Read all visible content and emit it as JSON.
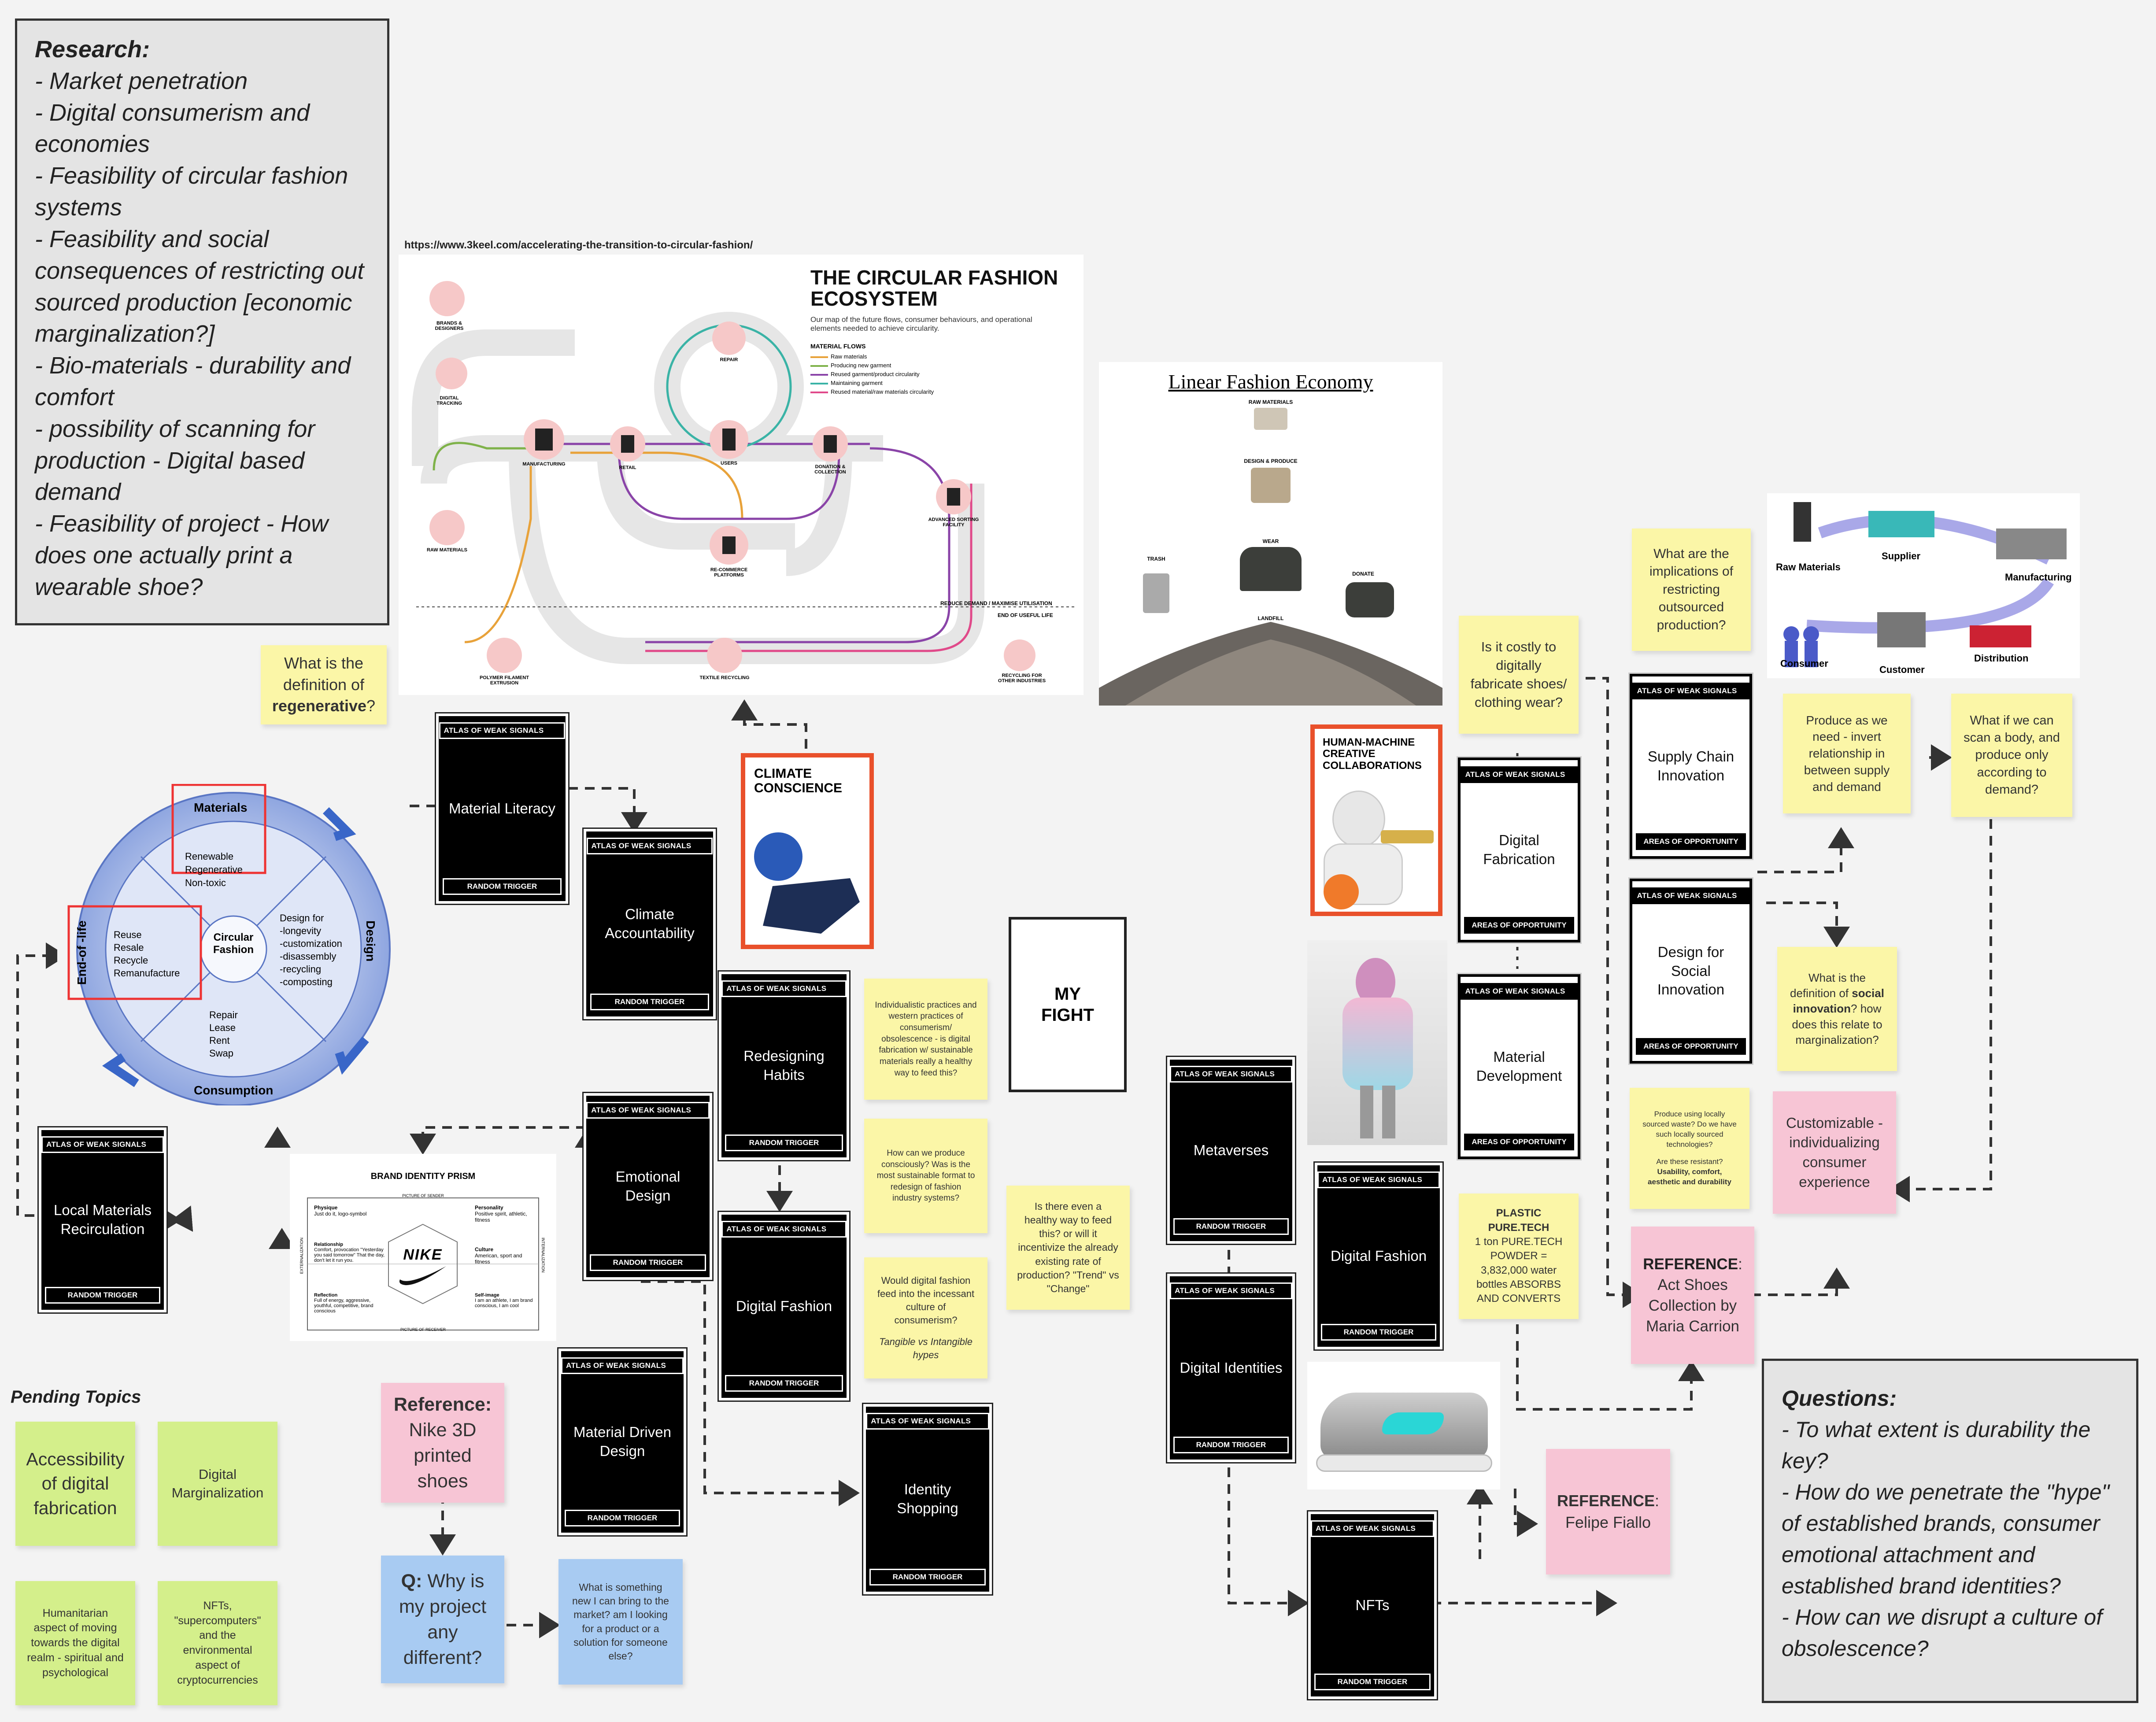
{
  "research": {
    "title": "Research:",
    "items": [
      "- Market penetration",
      "- Digital consumerism and economies",
      "- Feasibility of circular fashion systems",
      "- Feasibility and social consequences of restricting out sourced production [economic marginalization?]",
      "- Bio-materials - durability and comfort",
      "- possibility of scanning for production - Digital based demand",
      "- Feasibility of project - How does one actually print a wearable shoe?"
    ]
  },
  "source_url": "https://www.3keel.com/accelerating-the-transition-to-circular-fashion/",
  "circular_ecosystem": {
    "title": "THE CIRCULAR FASHION ECOSYSTEM",
    "desc": "Our map of the future flows, consumer behaviours, and operational elements needed to achieve circularity.",
    "flows_title": "MATERIAL FLOWS",
    "flows": [
      "Raw materials",
      "Producing new garment",
      "Reused garment/product circularity",
      "Maintaining garment",
      "Reused material/raw materials circularity"
    ],
    "flow_colors": [
      "#e8a23a",
      "#7fb24a",
      "#8a44a8",
      "#3ab3a6",
      "#e04a8a"
    ],
    "nodes": [
      "BRANDS & DESIGNERS",
      "DIGITAL TRACKING",
      "MANUFACTURING",
      "RETAIL",
      "USERS",
      "DONATION & COLLECTION",
      "ADVANCED SORTING FACILITY",
      "RE-COMMERCE PLATFORMS",
      "REPAIR",
      "RAW MATERIALS",
      "POLYMER FILAMENT EXTRUSION",
      "TEXTILE RECYCLING",
      "RECYCLING FOR OTHER INDUSTRIES"
    ],
    "footer": "REDUCE DEMAND / MAXIMISE UTILISATION",
    "end_label": "END OF USEFUL LIFE"
  },
  "linear_economy": {
    "title": "Linear Fashion Economy",
    "labels": [
      "RAW MATERIALS",
      "DESIGN & PRODUCE",
      "WEAR",
      "TRASH",
      "DONATE",
      "LANDFILL"
    ]
  },
  "supply_chain_diagram": {
    "labels": [
      "Raw Materials",
      "Supplier",
      "Manufacturing",
      "Distribution",
      "Customer",
      "Consumer"
    ]
  },
  "circular_fashion_wheel": {
    "center": "Circular Fashion",
    "materials": {
      "title": "Materials",
      "items": [
        "Renewable",
        "Regenerative",
        "Non-toxic"
      ]
    },
    "design": {
      "title": "Design",
      "items": [
        "Design for",
        "-longevity",
        "-customization",
        "-disassembly",
        "-recycling",
        "-composting"
      ]
    },
    "consumption": {
      "title": "Consumption",
      "items": [
        "Repair",
        "Lease",
        "Rent",
        "Swap"
      ]
    },
    "end_of_life": {
      "title": "End-of -life",
      "items": [
        "Reuse",
        "Resale",
        "Recycle",
        "Remanufacture"
      ]
    }
  },
  "brand_prism": {
    "title": "BRAND IDENTITY PRISM",
    "top_label": "PICTURE OF SENDER",
    "bottom_label": "PICTURE OF RECEIVER",
    "left_label": "EXTERNALIZATION",
    "right_label": "INTERNALIZATION",
    "physique": {
      "h": "Physique",
      "t": "Just do it, logo-symbol"
    },
    "personality": {
      "h": "Personality",
      "t": "Positive spirit, athletic, fitness"
    },
    "relationship": {
      "h": "Relationship",
      "t": "Comfort, provocation \"Yesterday you said tomorrow\" That the day, don't let it run you."
    },
    "culture": {
      "h": "Culture",
      "t": "American, sport and fitness"
    },
    "reflection": {
      "h": "Reflection",
      "t": "Full of energy, aggressive, youthful, competitive, brand conscious"
    },
    "self_image": {
      "h": "Self-image",
      "t": "I am an athlete, I am brand conscious, I am cool"
    },
    "logo": "NIKE"
  },
  "cards": {
    "header": "ATLAS OF WEAK SIGNALS",
    "random": "RANDOM TRIGGER",
    "opportunity": "AREAS OF OPPORTUNITY",
    "material_literacy": "Material Literacy",
    "climate_accountability": "Climate Accountability",
    "redesigning_habits": "Redesigning Habits",
    "emotional_design": "Emotional Design",
    "digital_fashion_1": "Digital Fashion",
    "material_driven_design": "Material Driven Design",
    "identity_shopping": "Identity Shopping",
    "local_materials": "Local Materials Recirculation",
    "metaverses": "Metaverses",
    "digital_identities": "Digital Identities",
    "digital_fashion_2": "Digital Fashion",
    "nfts": "NFTs",
    "digital_fabrication": "Digital Fabrication",
    "material_development": "Material Development",
    "supply_chain_innovation": "Supply Chain Innovation",
    "design_social_innovation": "Design for Social Innovation"
  },
  "climate_conscience": "CLIMATE CONSCIENCE",
  "human_machine": "HUMAN-MACHINE CREATIVE COLLABORATIONS",
  "my_fight": "MY FIGHT",
  "stickies": {
    "regenerative": {
      "pre": "What is the definition of ",
      "b": "regenerative",
      "post": "?"
    },
    "individualistic": "Individualistic practices and western practices of consumerism/ obsolescence - is digital fabrication w/ sustainable materials really a healthy way to feed this?",
    "consciously": "How can we produce consciously? Was is the most sustainable format to redesign of fashion industry systems?",
    "digital_fashion_feed": "Would digital fashion feed into the incessant culture of consumerism?",
    "tangible": "Tangible vs Intangible hypes",
    "healthy_way": "Is there even a healthy way to feed this? or will it incentivize the already existing rate of production? \"Trend\" vs \"Change\"",
    "costly": "Is it costly to digitally fabricate shoes/ clothing wear?",
    "implications": "What are the implications of restricting outsourced production?",
    "produce_need": "Produce as we need - invert relationship in between supply and demand",
    "scan_body": "What if we can scan a body, and produce only according to demand?",
    "social_innov": {
      "pre": "What is the definition of ",
      "b": "social innovation",
      "post": "? how does this relate to marginalization?"
    },
    "locally_sourced": {
      "t1": "Produce using locally sourced waste? Do we have such locally sourced technologies?",
      "t2": "Are these resistant?",
      "b": "Usability, comfort, aesthetic and durability"
    },
    "plastic": {
      "title": "PLASTIC PURE.TECH",
      "body": "1 ton PURE.TECH POWDER = 3,832,000 water bottles ABSORBS AND CONVERTS"
    },
    "customizable": "Customizable - individualizing consumer experience",
    "act_shoes": {
      "b": "REFERENCE",
      "t": ": Act Shoes Collection by Maria Carrion"
    },
    "felipe": {
      "b": "REFERENCE",
      "t": ": Felipe Fiallo"
    },
    "nike_ref": {
      "b": "Reference:",
      "t": "Nike 3D printed shoes"
    },
    "q_different": {
      "b": "Q:",
      "t": "Why is my project any different?"
    },
    "something_new": "What is something new I can bring to the market? am I looking for a product or a solution for someone else?",
    "accessibility": "Accessibility of digital fabrication",
    "digital_marg": "Digital Marginalization",
    "humanitarian": "Humanitarian aspect of moving towards the digital realm - spiritual and psychological",
    "nfts_env": "NFTs, \"supercomputers\" and the environmental aspect of cryptocurrencies"
  },
  "pending_topics": "Pending Topics",
  "questions": {
    "title": "Questions:",
    "items": [
      "- To what extent is durability the key?",
      "- How do we penetrate the \"hype\" of established brands, consumer emotional attachment and established brand identities?",
      "- How can we disrupt a culture of obsolescence?"
    ]
  },
  "colors": {
    "accent_red": "#e9502b",
    "sticky_yellow": "#fbf6a7",
    "sticky_green": "#d4ef8b",
    "sticky_pink": "#f7c5d5",
    "sticky_blue": "#a8cbf2"
  }
}
